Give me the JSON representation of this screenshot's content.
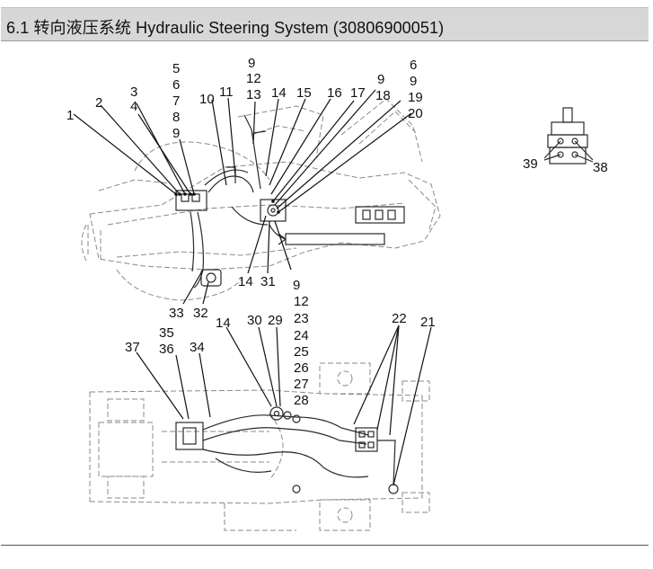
{
  "title": "6.1 转向液压系统 Hydraulic Steering System (30806900051)",
  "callouts": {
    "c1": "1",
    "c2": "2",
    "c3": "3",
    "c4": "4",
    "c5": "5",
    "c6": "6",
    "c7": "7",
    "c8": "8",
    "c9": "9",
    "c10": "10",
    "c11": "11",
    "c9b": "9",
    "c12": "12",
    "c13": "13",
    "c14": "14",
    "c15": "15",
    "c16": "16",
    "c17": "17",
    "c9c": "9",
    "c18": "18",
    "c6b": "6",
    "c9d": "9",
    "c19": "19",
    "c20": "20",
    "c39": "39",
    "c38": "38",
    "c14b": "14",
    "c31": "31",
    "c9e": "9",
    "c12b": "12",
    "c23": "23",
    "c24": "24",
    "c25": "25",
    "c26": "26",
    "c27": "27",
    "c28": "28",
    "c33": "33",
    "c32": "32",
    "c35": "35",
    "c36": "36",
    "c37": "37",
    "c34": "34",
    "c14c": "14",
    "c30": "30",
    "c29": "29",
    "c22": "22",
    "c21": "21"
  }
}
